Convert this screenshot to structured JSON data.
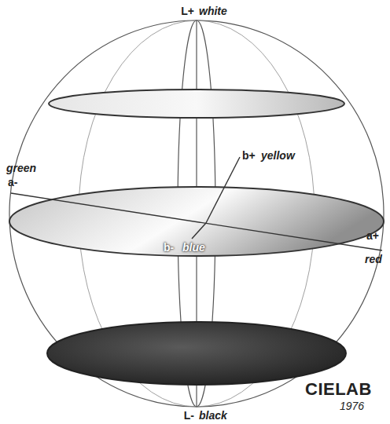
{
  "diagram": {
    "labels": [
      "L+",
      "white",
      "b+",
      "yellow",
      "green",
      "a-",
      "b-",
      "blue",
      "a+",
      "red",
      "L-",
      "black",
      "CIELAB",
      "1976"
    ]
  }
}
